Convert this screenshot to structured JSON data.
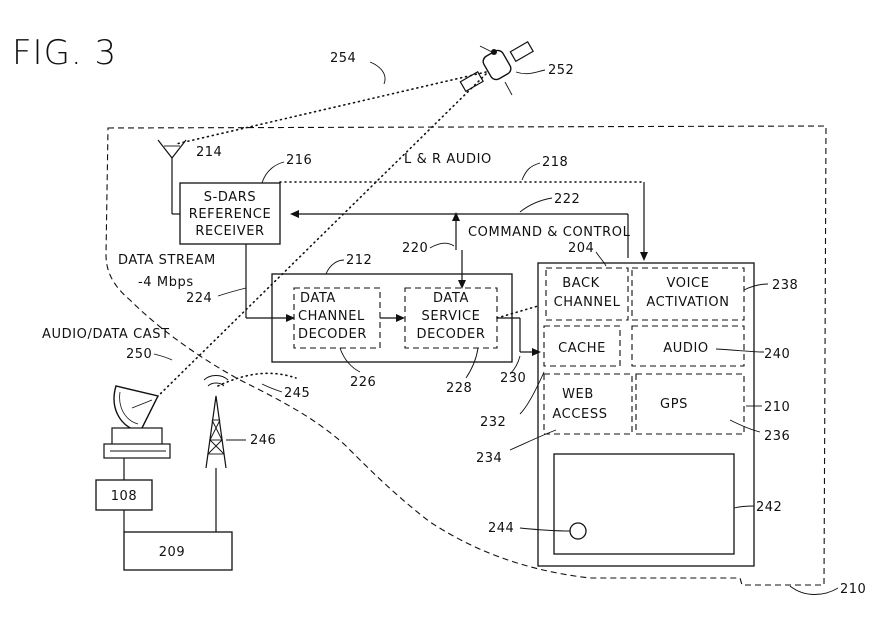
{
  "figure": {
    "title": "FIG. 3"
  },
  "blocks": {
    "sdars": {
      "line1": "S-DARS",
      "line2": "REFERENCE",
      "line3": "RECEIVER",
      "ref": "216"
    },
    "data_channel": {
      "line1": "DATA",
      "line2": "CHANNEL",
      "line3": "DECODER",
      "ref": "226"
    },
    "data_service": {
      "line1": "DATA",
      "line2": "SERVICE",
      "line3": "DECODER",
      "ref": "228"
    },
    "decoders_group": {
      "ref": "212"
    },
    "back_channel": {
      "line1": "BACK",
      "line2": "CHANNEL"
    },
    "voice_activation": {
      "line1": "VOICE",
      "line2": "ACTIVATION",
      "ref": "238"
    },
    "cache": {
      "label": "CACHE",
      "ref": "232"
    },
    "audio": {
      "label": "AUDIO",
      "ref": "240"
    },
    "web_access": {
      "line1": "WEB",
      "line2": "ACCESS",
      "ref": "234"
    },
    "gps": {
      "label": "GPS",
      "ref": "236"
    },
    "terminal": {
      "ref": "204"
    },
    "module": {
      "ref": "210"
    },
    "display": {
      "ref": "242"
    },
    "display_button": {
      "ref": "244"
    },
    "box_108": {
      "label": "108"
    },
    "box_209": {
      "label": "209"
    }
  },
  "labels": {
    "lr_audio": "L & R AUDIO",
    "lr_audio_ref": "218",
    "command_control": "COMMAND & CONTROL",
    "command_ref": "222",
    "link_220": "220",
    "link_224": "224",
    "link_230": "230",
    "data_stream_1": "DATA  STREAM",
    "data_stream_2": "-4  Mbps",
    "audio_data_cast": "AUDIO/DATA CAST",
    "cast_ref": "250",
    "antenna_ref": "214",
    "satellite_ref": "252",
    "sat_link_ref": "254",
    "dish_link_ref": "245",
    "tower_ref": "246",
    "vehicle_ref": "210"
  }
}
